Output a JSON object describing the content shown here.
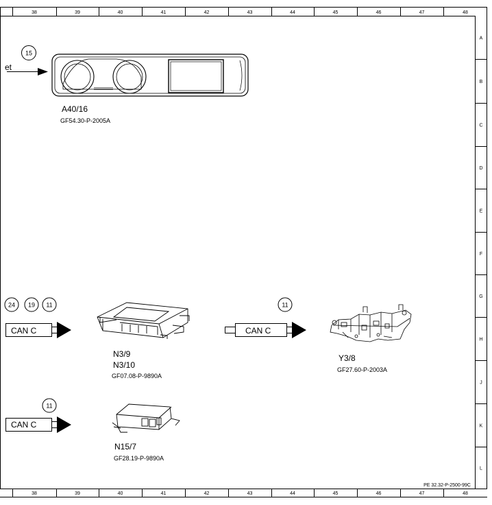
{
  "grid": {
    "columns": [
      "38",
      "39",
      "40",
      "41",
      "42",
      "43",
      "44",
      "45",
      "46",
      "47",
      "48"
    ],
    "rows": [
      "A",
      "B",
      "C",
      "D",
      "E",
      "F",
      "G",
      "H",
      "J",
      "K",
      "L"
    ]
  },
  "doc_id": "PE 32.32-P-2500-99C",
  "top": {
    "edge_text": "et",
    "circle": "15",
    "component": "A40/16",
    "ref": "GF54.30-P-2005A"
  },
  "middle": {
    "circles_left": [
      "24",
      "19",
      "11"
    ],
    "left_bus": "CAN C",
    "module_labels": [
      "N3/9",
      "N3/10"
    ],
    "module_ref": "GF07.08-P-9890A",
    "circle_mid": "11",
    "mid_bus": "CAN C",
    "valve_label": "Y3/8",
    "valve_ref": "GF27.60-P-2003A"
  },
  "bottom": {
    "circle": "11",
    "bus": "CAN C",
    "component": "N15/7",
    "ref": "GF28.19-P-9890A"
  }
}
